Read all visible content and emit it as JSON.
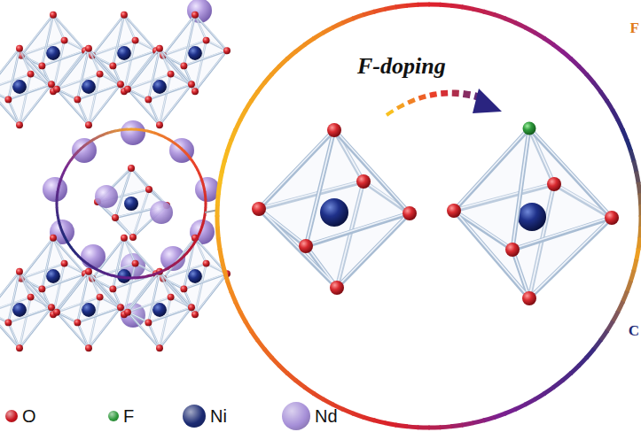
{
  "diagram": {
    "labels": [
      "F-doping",
      "F",
      "C"
    ],
    "legend": [
      {
        "text": "O",
        "color": "#c8141e"
      },
      {
        "text": "F",
        "color": "#2f9a3c"
      },
      {
        "text": "Ni",
        "color": "#1b2a72"
      },
      {
        "text": "Nd",
        "color": "#a68fd8"
      }
    ]
  }
}
